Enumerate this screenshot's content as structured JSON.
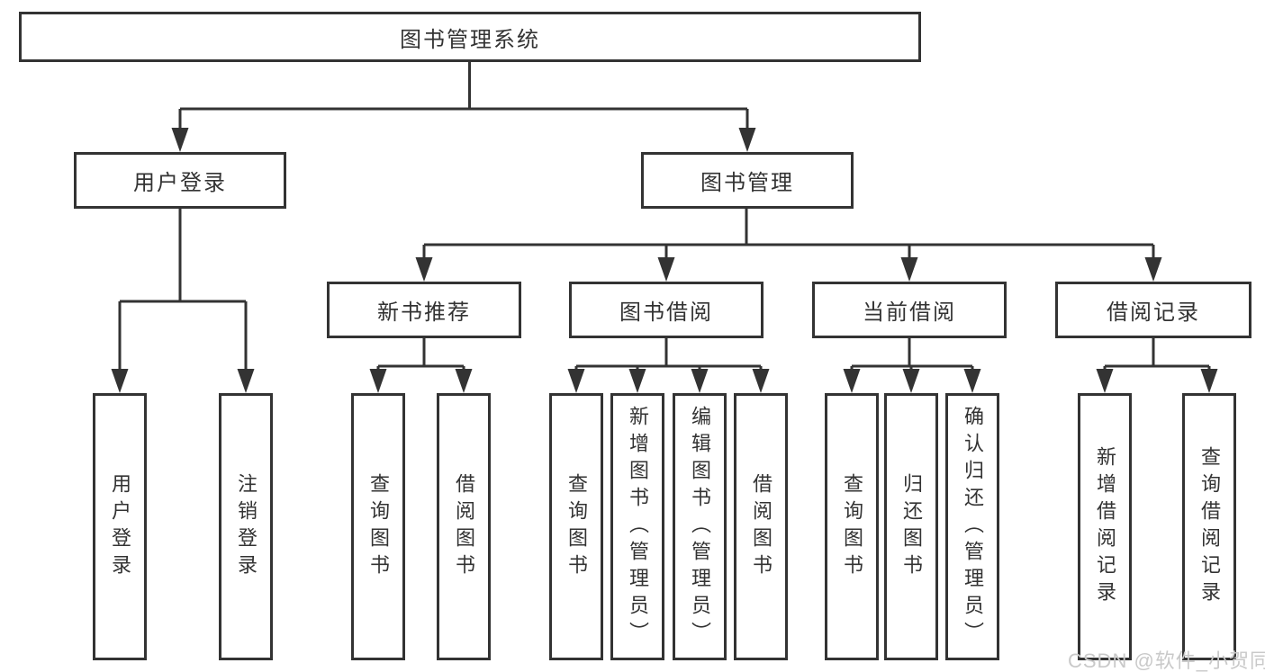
{
  "tree": {
    "label": "图书管理系统",
    "children": [
      {
        "label": "用户登录",
        "children": [
          {
            "label": "用户登录"
          },
          {
            "label": "注销登录"
          }
        ]
      },
      {
        "label": "图书管理",
        "children": [
          {
            "label": "新书推荐",
            "children": [
              {
                "label": "查询图书"
              },
              {
                "label": "借阅图书"
              }
            ]
          },
          {
            "label": "图书借阅",
            "children": [
              {
                "label": "查询图书"
              },
              {
                "label": "新增图书（管理员）"
              },
              {
                "label": "编辑图书（管理员）"
              },
              {
                "label": "借阅图书"
              }
            ]
          },
          {
            "label": "当前借阅",
            "children": [
              {
                "label": "查询图书"
              },
              {
                "label": "归还图书"
              },
              {
                "label": "确认归还（管理员）"
              }
            ]
          },
          {
            "label": "借阅记录",
            "children": [
              {
                "label": "新增借阅记录"
              },
              {
                "label": "查询借阅记录"
              }
            ]
          }
        ]
      }
    ]
  },
  "watermark": "CSDN @软件_小贺同学",
  "colors": {
    "line": "#333333",
    "box_border": "#333333",
    "box_bg": "#ffffff",
    "text": "#333333",
    "watermark": "#c9c9c9",
    "background": "#ffffff"
  }
}
